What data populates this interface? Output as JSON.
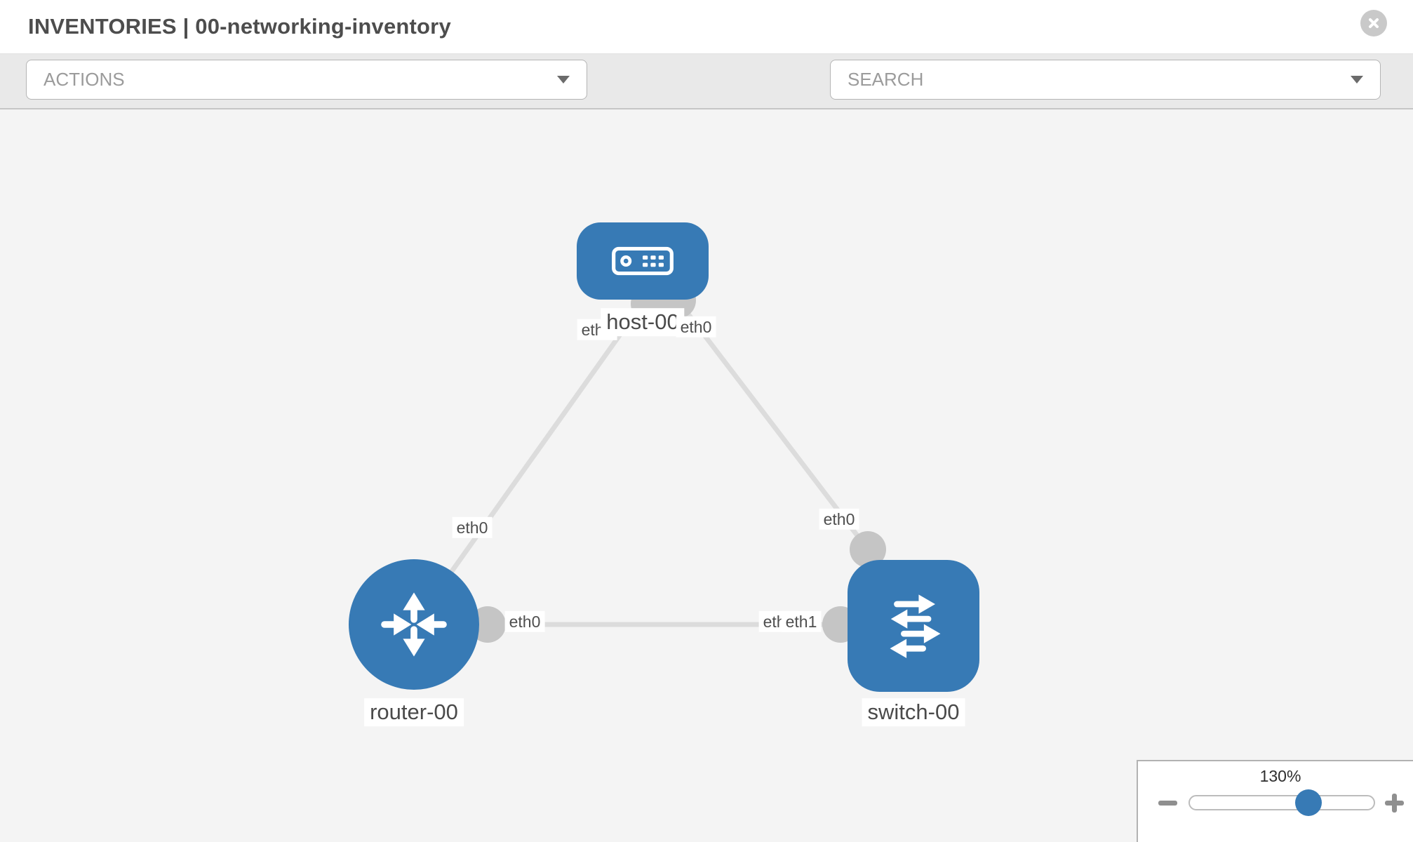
{
  "header": {
    "title": "INVENTORIES | 00-networking-inventory"
  },
  "toolbar": {
    "actions_label": "ACTIONS",
    "search_placeholder": "SEARCH",
    "icons": [
      "wrench-icon",
      "key-icon"
    ]
  },
  "canvas": {
    "nodes": {
      "host": {
        "label": "host-00",
        "type": "host"
      },
      "router": {
        "label": "router-00",
        "type": "router"
      },
      "switch": {
        "label": "switch-00",
        "type": "switch"
      }
    },
    "links": [
      {
        "source": "host-00",
        "source_interface": "eth0",
        "target": "router-00",
        "target_interface": "eth0"
      },
      {
        "source": "host-00",
        "source_interface": "eth0",
        "target": "switch-00",
        "target_interface": "eth0"
      },
      {
        "source": "router-00",
        "source_interface": "eth0",
        "target": "switch-00",
        "target_interface": "eth1"
      }
    ],
    "interfaces": {
      "host_to_router_near_host": "eth0",
      "host_to_switch_near_host": "eth0",
      "host_to_router_mid": "eth0",
      "host_to_switch_mid": "eth0",
      "router_to_switch_near_router": "eth0",
      "router_to_switch_near_switch_under": "eth0",
      "router_to_switch_near_switch": "eth1"
    }
  },
  "zoom_control": {
    "level": "130%"
  },
  "colors": {
    "node_blue": "#377ab5",
    "link_gray": "#dcdcdc",
    "endpoint_gray": "#c5c5c5",
    "canvas_bg": "#f4f4f4",
    "toolbar_bg": "#e9e9e9",
    "icon_gray": "#767b84",
    "label_text": "#4f4f4f",
    "title_text": "#4d4d4d"
  }
}
